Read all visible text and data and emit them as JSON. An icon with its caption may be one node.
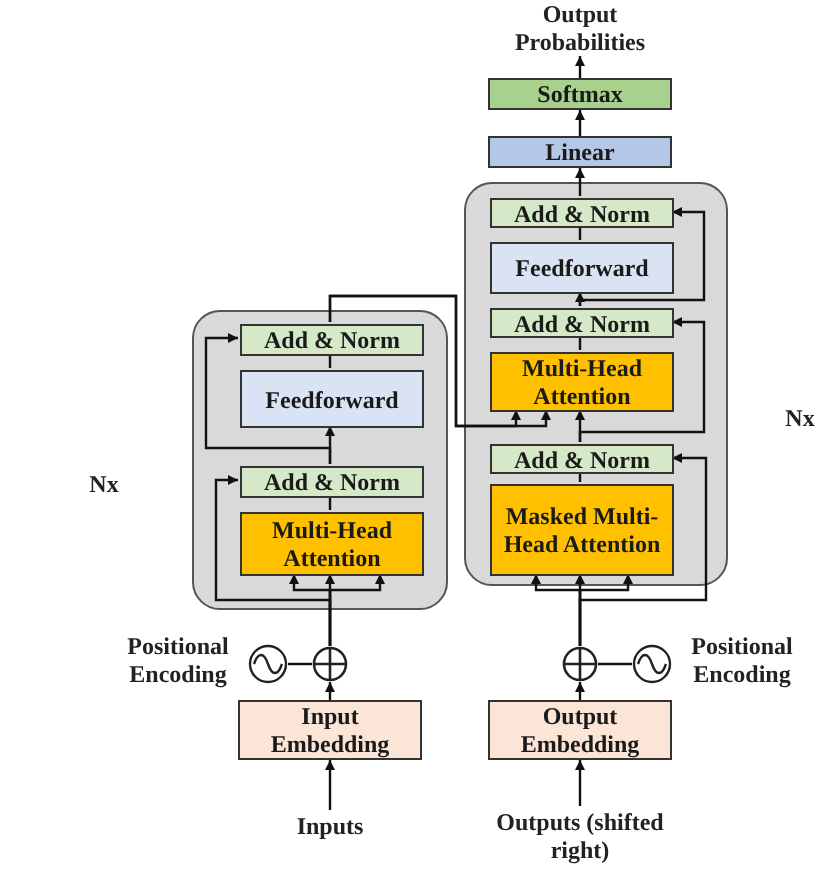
{
  "diagram": {
    "nodes": [
      {
        "text": [
          "Output Probabilities"
        ]
      },
      {
        "text": [
          "Softmax"
        ]
      },
      {
        "text": [
          "Linear"
        ]
      },
      {
        "text": [],
        "shape": "box",
        "beside": [
          "Nx"
        ]
      },
      {
        "text": [
          "Add & Norm"
        ],
        "in": 3
      },
      {
        "text": [
          "Feedforward"
        ],
        "in": 3
      },
      {
        "text": [
          "Add & Norm"
        ],
        "in": 3
      },
      {
        "text": [
          "Multi-Head Attention"
        ],
        "in": 3
      },
      {
        "text": [
          "Add & Norm"
        ],
        "in": 3
      },
      {
        "text": [
          "Masked Multi-Head Attention"
        ],
        "in": 3
      },
      {
        "text": [],
        "shape": "box",
        "beside": [
          "Nx"
        ]
      },
      {
        "text": [
          "Add & Norm"
        ],
        "in": 10
      },
      {
        "text": [
          "Feedforward"
        ],
        "in": 10
      },
      {
        "text": [
          "Add & Norm"
        ],
        "in": 10
      },
      {
        "text": [
          "Multi-Head Attention"
        ],
        "in": 10
      },
      {
        "text": [],
        "shape": "circle",
        "beside": [
          "Positional Encoding"
        ]
      },
      {
        "text": [],
        "shape": "circle"
      },
      {
        "text": [],
        "shape": "circle"
      },
      {
        "text": [],
        "shape": "circle",
        "beside": [
          "Positional Encoding"
        ]
      },
      {
        "text": [
          "Input Embedding"
        ]
      },
      {
        "text": [
          "Output Embedding"
        ]
      },
      {
        "text": [
          "Inputs"
        ]
      },
      {
        "text": [
          "Outputs (shifted right)"
        ]
      }
    ],
    "edges": [
      {
        "from": 21,
        "to": 19,
        "arrow": "to"
      },
      {
        "from": 19,
        "to": 16,
        "arrow": "to"
      },
      {
        "from": 15,
        "to": 16,
        "arrow": "none"
      },
      {
        "from": 16,
        "to": 14,
        "arrow": "to"
      },
      {
        "from": 16,
        "to": 14,
        "arrow": "to"
      },
      {
        "from": 16,
        "to": 14,
        "arrow": "to"
      },
      {
        "from": 16,
        "to": 13,
        "arrow": "to"
      },
      {
        "from": 14,
        "to": 13,
        "arrow": "none"
      },
      {
        "from": 13,
        "to": 12,
        "arrow": "to"
      },
      {
        "from": 13,
        "to": 11,
        "arrow": "to"
      },
      {
        "from": 12,
        "to": 11,
        "arrow": "none"
      },
      {
        "from": 11,
        "to": 7,
        "arrow": "to"
      },
      {
        "from": 11,
        "to": 7,
        "arrow": "to"
      },
      {
        "from": 22,
        "to": 20,
        "arrow": "to"
      },
      {
        "from": 20,
        "to": 17,
        "arrow": "to"
      },
      {
        "from": 18,
        "to": 17,
        "arrow": "none"
      },
      {
        "from": 17,
        "to": 9,
        "arrow": "to"
      },
      {
        "from": 17,
        "to": 9,
        "arrow": "to"
      },
      {
        "from": 17,
        "to": 9,
        "arrow": "to"
      },
      {
        "from": 17,
        "to": 8,
        "arrow": "to"
      },
      {
        "from": 9,
        "to": 8,
        "arrow": "none"
      },
      {
        "from": 8,
        "to": 7,
        "arrow": "to"
      },
      {
        "from": 8,
        "to": 6,
        "arrow": "to"
      },
      {
        "from": 7,
        "to": 6,
        "arrow": "none"
      },
      {
        "from": 6,
        "to": 5,
        "arrow": "to"
      },
      {
        "from": 6,
        "to": 4,
        "arrow": "to"
      },
      {
        "from": 5,
        "to": 4,
        "arrow": "none"
      },
      {
        "from": 4,
        "to": 2,
        "arrow": "to"
      },
      {
        "from": 2,
        "to": 1,
        "arrow": "to"
      },
      {
        "from": 1,
        "to": 0,
        "arrow": "to"
      }
    ]
  }
}
